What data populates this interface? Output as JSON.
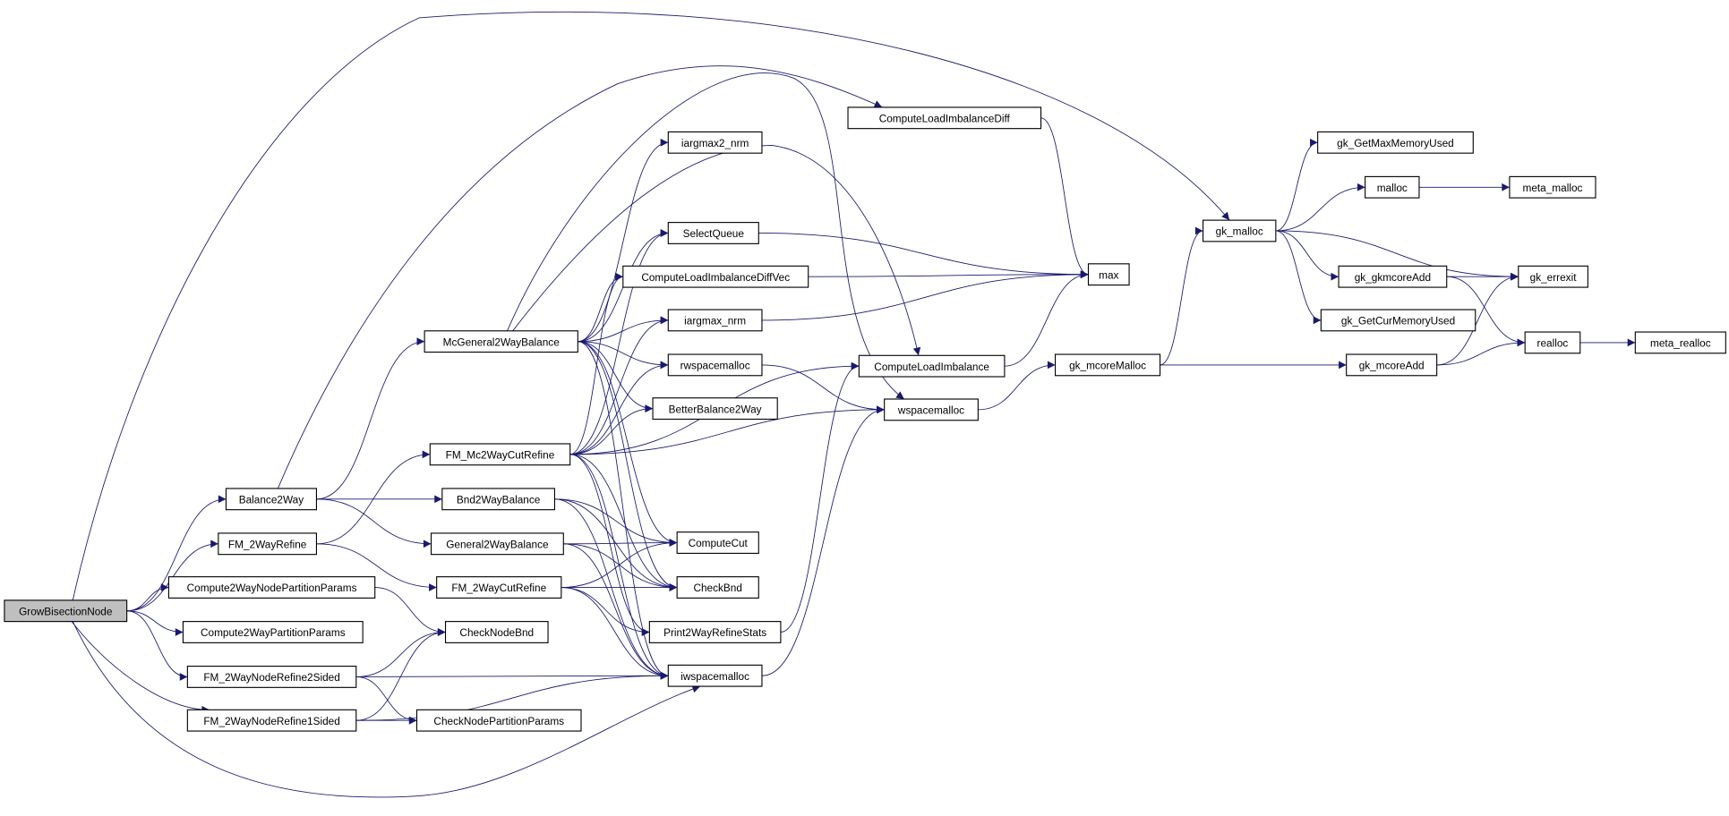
{
  "graph": {
    "type": "call-graph",
    "edge_color": "#191970",
    "root_fill": "#bfbfbf",
    "nodes": {
      "GrowBisectionNode": "GrowBisectionNode",
      "Balance2Way": "Balance2Way",
      "FM_2WayRefine": "FM_2WayRefine",
      "Compute2WayNodePartitionParams": "Compute2WayNodePartitionParams",
      "Compute2WayPartitionParams": "Compute2WayPartitionParams",
      "FM_2WayNodeRefine2Sided": "FM_2WayNodeRefine2Sided",
      "FM_2WayNodeRefine1Sided": "FM_2WayNodeRefine1Sided",
      "McGeneral2WayBalance": "McGeneral2WayBalance",
      "FM_Mc2WayCutRefine": "FM_Mc2WayCutRefine",
      "Bnd2WayBalance": "Bnd2WayBalance",
      "General2WayBalance": "General2WayBalance",
      "FM_2WayCutRefine": "FM_2WayCutRefine",
      "CheckNodeBnd": "CheckNodeBnd",
      "CheckNodePartitionParams": "CheckNodePartitionParams",
      "ComputeLoadImbalanceDiff": "ComputeLoadImbalanceDiff",
      "iargmax2_nrm": "iargmax2_nrm",
      "SelectQueue": "SelectQueue",
      "ComputeLoadImbalanceDiffVec": "ComputeLoadImbalanceDiffVec",
      "iargmax_nrm": "iargmax_nrm",
      "rwspacemalloc": "rwspacemalloc",
      "BetterBalance2Way": "BetterBalance2Way",
      "ComputeCut": "ComputeCut",
      "CheckBnd": "CheckBnd",
      "Print2WayRefineStats": "Print2WayRefineStats",
      "iwspacemalloc": "iwspacemalloc",
      "max": "max",
      "ComputeLoadImbalance": "ComputeLoadImbalance",
      "wspacemalloc": "wspacemalloc",
      "gk_mcoreMalloc": "gk_mcoreMalloc",
      "gk_malloc": "gk_malloc",
      "gk_GetMaxMemoryUsed": "gk_GetMaxMemoryUsed",
      "malloc": "malloc",
      "meta_malloc": "meta_malloc",
      "gk_gkmcoreAdd": "gk_gkmcoreAdd",
      "gk_errexit": "gk_errexit",
      "gk_GetCurMemoryUsed": "gk_GetCurMemoryUsed",
      "gk_mcoreAdd": "gk_mcoreAdd",
      "realloc": "realloc",
      "meta_realloc": "meta_realloc"
    },
    "root": "GrowBisectionNode",
    "edges": [
      [
        "GrowBisectionNode",
        "Balance2Way"
      ],
      [
        "GrowBisectionNode",
        "FM_2WayRefine"
      ],
      [
        "GrowBisectionNode",
        "Compute2WayNodePartitionParams"
      ],
      [
        "GrowBisectionNode",
        "Compute2WayPartitionParams"
      ],
      [
        "GrowBisectionNode",
        "FM_2WayNodeRefine2Sided"
      ],
      [
        "GrowBisectionNode",
        "FM_2WayNodeRefine1Sided"
      ],
      [
        "GrowBisectionNode",
        "iwspacemalloc"
      ],
      [
        "GrowBisectionNode",
        "gk_malloc"
      ],
      [
        "Balance2Way",
        "McGeneral2WayBalance"
      ],
      [
        "Balance2Way",
        "Bnd2WayBalance"
      ],
      [
        "Balance2Way",
        "General2WayBalance"
      ],
      [
        "Balance2Way",
        "ComputeLoadImbalanceDiff"
      ],
      [
        "FM_2WayRefine",
        "FM_Mc2WayCutRefine"
      ],
      [
        "FM_2WayRefine",
        "FM_2WayCutRefine"
      ],
      [
        "Compute2WayNodePartitionParams",
        "CheckNodeBnd"
      ],
      [
        "FM_2WayNodeRefine2Sided",
        "CheckNodeBnd"
      ],
      [
        "FM_2WayNodeRefine2Sided",
        "iwspacemalloc"
      ],
      [
        "FM_2WayNodeRefine2Sided",
        "CheckNodePartitionParams"
      ],
      [
        "FM_2WayNodeRefine1Sided",
        "CheckNodeBnd"
      ],
      [
        "FM_2WayNodeRefine1Sided",
        "CheckNodePartitionParams"
      ],
      [
        "FM_2WayNodeRefine1Sided",
        "iwspacemalloc"
      ],
      [
        "McGeneral2WayBalance",
        "iargmax2_nrm"
      ],
      [
        "McGeneral2WayBalance",
        "SelectQueue"
      ],
      [
        "McGeneral2WayBalance",
        "ComputeLoadImbalanceDiffVec"
      ],
      [
        "McGeneral2WayBalance",
        "iargmax_nrm"
      ],
      [
        "McGeneral2WayBalance",
        "rwspacemalloc"
      ],
      [
        "McGeneral2WayBalance",
        "BetterBalance2Way"
      ],
      [
        "McGeneral2WayBalance",
        "ComputeCut"
      ],
      [
        "McGeneral2WayBalance",
        "CheckBnd"
      ],
      [
        "McGeneral2WayBalance",
        "iwspacemalloc"
      ],
      [
        "McGeneral2WayBalance",
        "ComputeLoadImbalance"
      ],
      [
        "McGeneral2WayBalance",
        "wspacemalloc"
      ],
      [
        "FM_Mc2WayCutRefine",
        "SelectQueue"
      ],
      [
        "FM_Mc2WayCutRefine",
        "ComputeLoadImbalanceDiffVec"
      ],
      [
        "FM_Mc2WayCutRefine",
        "iargmax_nrm"
      ],
      [
        "FM_Mc2WayCutRefine",
        "rwspacemalloc"
      ],
      [
        "FM_Mc2WayCutRefine",
        "BetterBalance2Way"
      ],
      [
        "FM_Mc2WayCutRefine",
        "ComputeLoadImbalance"
      ],
      [
        "FM_Mc2WayCutRefine",
        "wspacemalloc"
      ],
      [
        "FM_Mc2WayCutRefine",
        "CheckBnd"
      ],
      [
        "FM_Mc2WayCutRefine",
        "iwspacemalloc"
      ],
      [
        "FM_Mc2WayCutRefine",
        "Print2WayRefineStats"
      ],
      [
        "Bnd2WayBalance",
        "ComputeCut"
      ],
      [
        "Bnd2WayBalance",
        "CheckBnd"
      ],
      [
        "Bnd2WayBalance",
        "iwspacemalloc"
      ],
      [
        "General2WayBalance",
        "ComputeCut"
      ],
      [
        "General2WayBalance",
        "CheckBnd"
      ],
      [
        "General2WayBalance",
        "iwspacemalloc"
      ],
      [
        "FM_2WayCutRefine",
        "ComputeCut"
      ],
      [
        "FM_2WayCutRefine",
        "CheckBnd"
      ],
      [
        "FM_2WayCutRefine",
        "Print2WayRefineStats"
      ],
      [
        "FM_2WayCutRefine",
        "iwspacemalloc"
      ],
      [
        "ComputeLoadImbalanceDiff",
        "max"
      ],
      [
        "SelectQueue",
        "max"
      ],
      [
        "ComputeLoadImbalanceDiffVec",
        "max"
      ],
      [
        "iargmax_nrm",
        "max"
      ],
      [
        "rwspacemalloc",
        "wspacemalloc"
      ],
      [
        "iwspacemalloc",
        "wspacemalloc"
      ],
      [
        "Print2WayRefineStats",
        "ComputeLoadImbalance"
      ],
      [
        "ComputeLoadImbalance",
        "max"
      ],
      [
        "wspacemalloc",
        "gk_mcoreMalloc"
      ],
      [
        "gk_mcoreMalloc",
        "gk_malloc"
      ],
      [
        "gk_mcoreMalloc",
        "gk_mcoreAdd"
      ],
      [
        "gk_malloc",
        "gk_GetMaxMemoryUsed"
      ],
      [
        "gk_malloc",
        "malloc"
      ],
      [
        "gk_malloc",
        "gk_errexit"
      ],
      [
        "gk_malloc",
        "gk_gkmcoreAdd"
      ],
      [
        "gk_malloc",
        "gk_GetCurMemoryUsed"
      ],
      [
        "malloc",
        "meta_malloc"
      ],
      [
        "gk_gkmcoreAdd",
        "gk_errexit"
      ],
      [
        "gk_gkmcoreAdd",
        "realloc"
      ],
      [
        "gk_mcoreAdd",
        "gk_errexit"
      ],
      [
        "gk_mcoreAdd",
        "realloc"
      ],
      [
        "realloc",
        "meta_realloc"
      ]
    ]
  }
}
